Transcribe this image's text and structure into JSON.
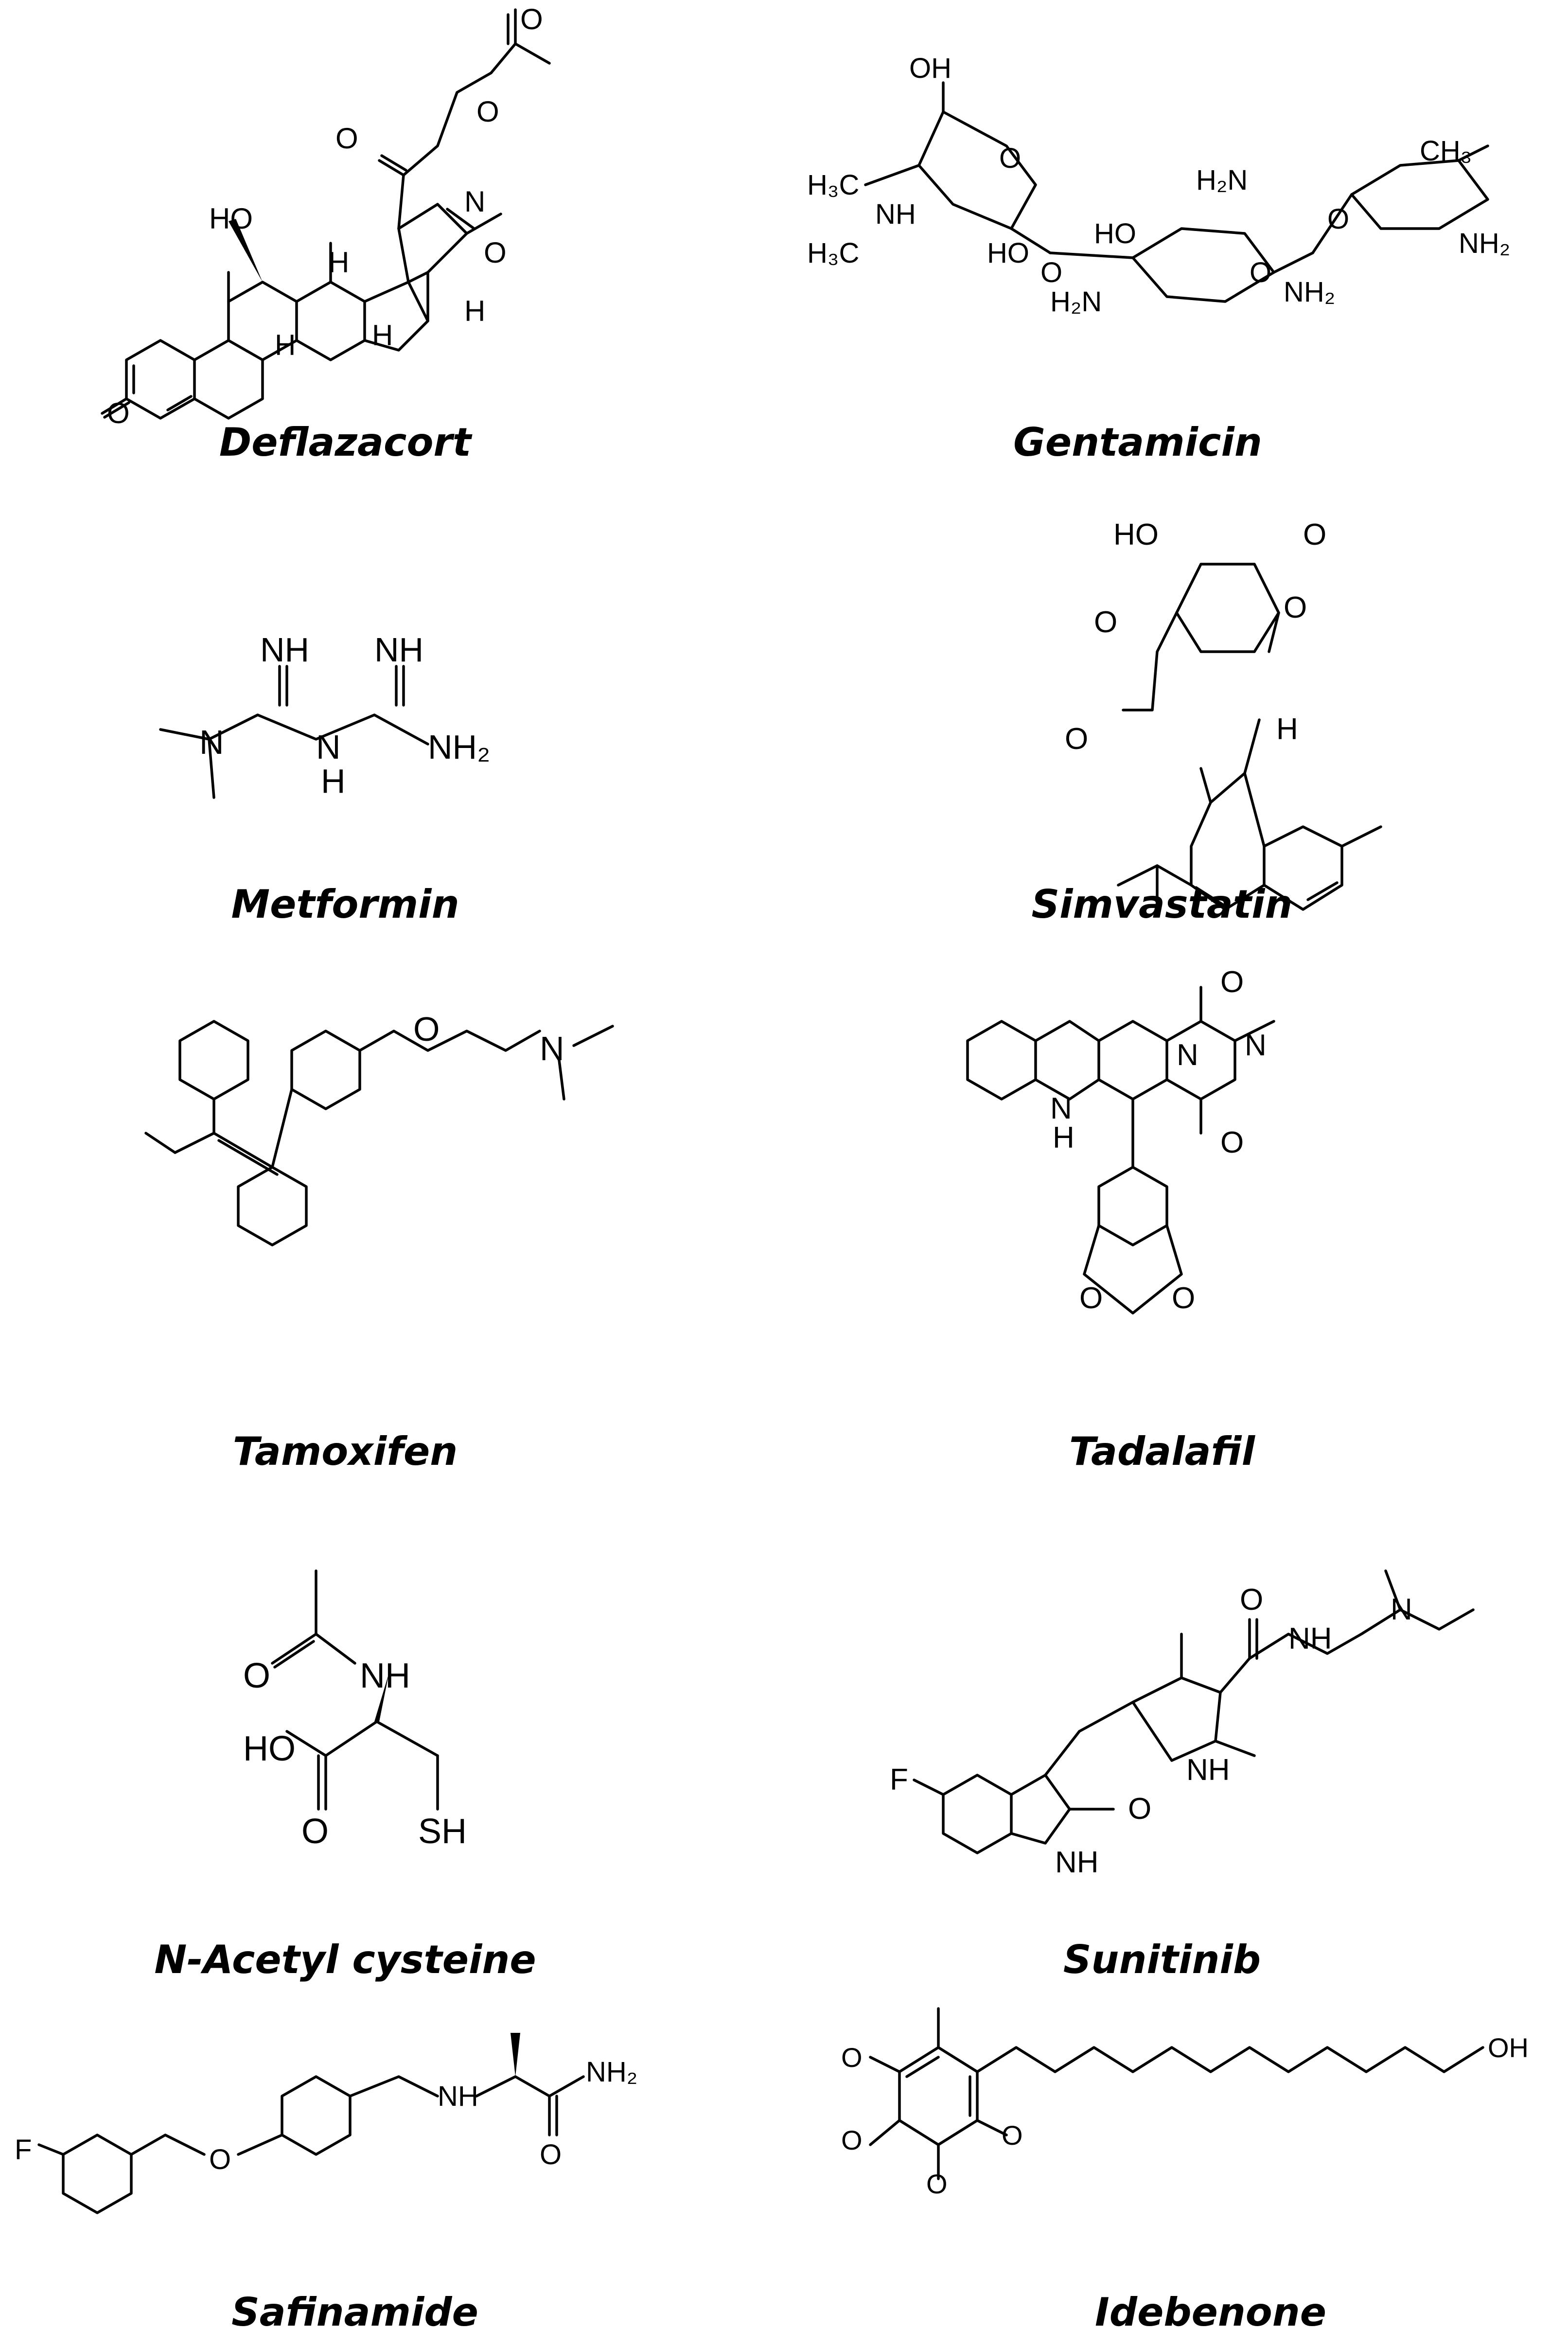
{
  "molecules": [
    {
      "name": "Deflazacort"
    },
    {
      "name": "Gentamicin"
    },
    {
      "name": "Metformin"
    },
    {
      "name": "Simvastatin"
    },
    {
      "name": "Tamoxifen"
    },
    {
      "name": "Tadalafil"
    },
    {
      "name": "N-Acetyl cysteine"
    },
    {
      "name": "Sunitinib"
    },
    {
      "name": "Safinamide"
    },
    {
      "name": "Idebenone"
    }
  ]
}
